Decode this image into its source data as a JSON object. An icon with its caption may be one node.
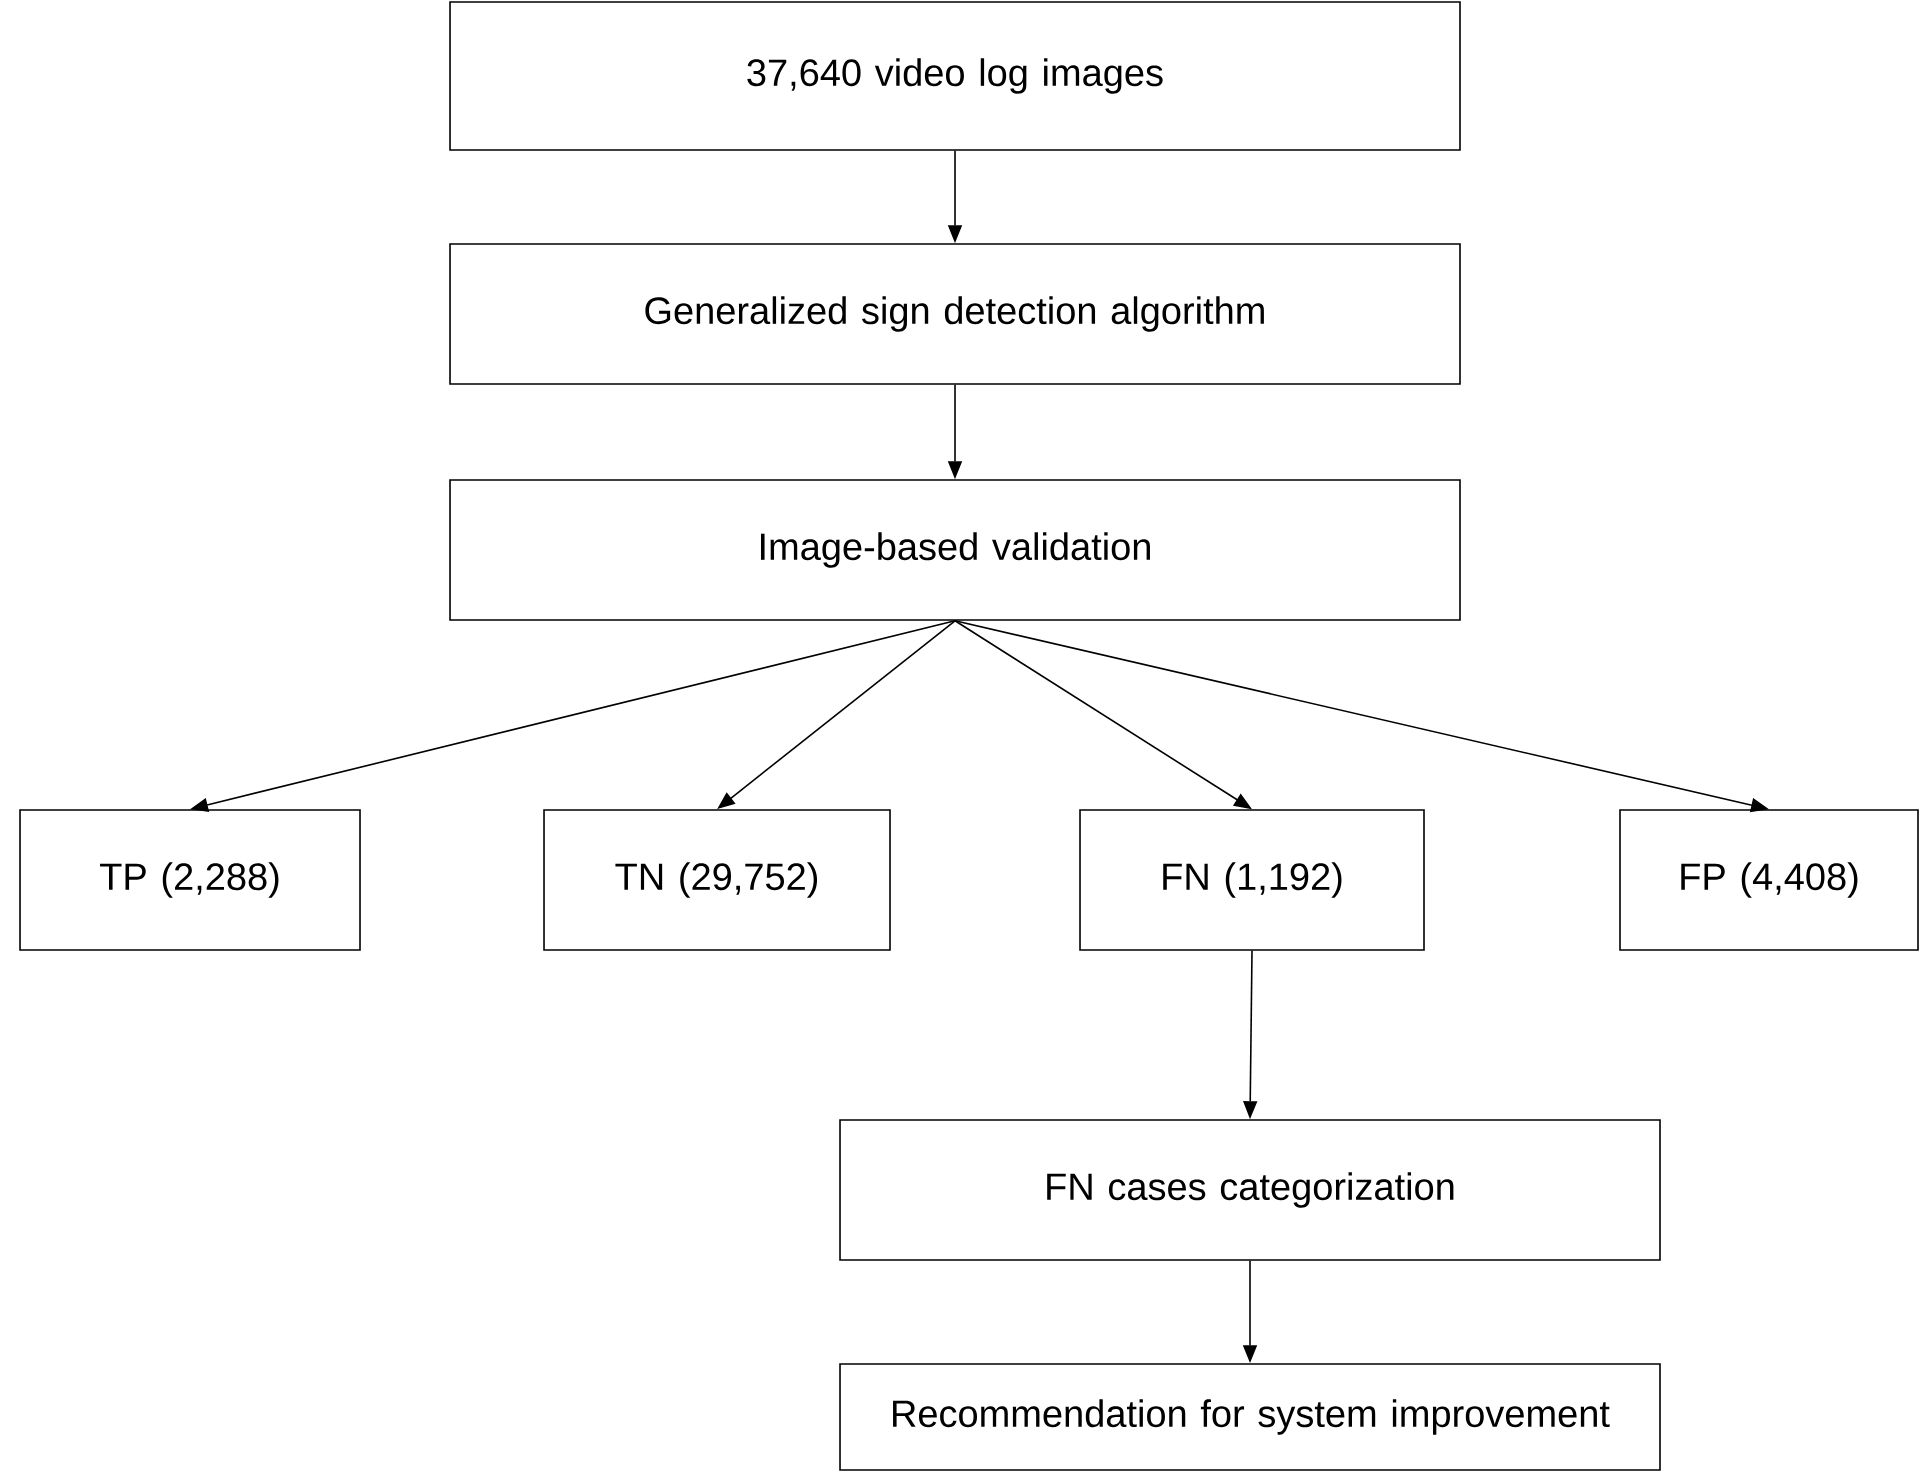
{
  "diagram": {
    "nodes": [
      {
        "text": [
          "37,640 video log images"
        ]
      },
      {
        "text": [
          "Generalized sign detection algorithm"
        ]
      },
      {
        "text": [
          "Image-based validation"
        ]
      },
      {
        "text": [
          "TP (2,288)"
        ]
      },
      {
        "text": [
          "TN (29,752)"
        ]
      },
      {
        "text": [
          "FN (1,192)"
        ]
      },
      {
        "text": [
          "FP (4,408)"
        ]
      },
      {
        "text": [
          "FN cases categorization"
        ]
      },
      {
        "text": [
          "Recommendation for system improvement"
        ]
      }
    ],
    "edges": [
      {
        "from": 0,
        "to": 1,
        "arrow": "to"
      },
      {
        "from": 1,
        "to": 2,
        "arrow": "to"
      },
      {
        "from": 2,
        "to": 3,
        "arrow": "to"
      },
      {
        "from": 2,
        "to": 4,
        "arrow": "to"
      },
      {
        "from": 2,
        "to": 5,
        "arrow": "to"
      },
      {
        "from": 2,
        "to": 6,
        "arrow": "to"
      },
      {
        "from": 5,
        "to": 7,
        "arrow": "to"
      },
      {
        "from": 7,
        "to": 8,
        "arrow": "to"
      }
    ]
  }
}
